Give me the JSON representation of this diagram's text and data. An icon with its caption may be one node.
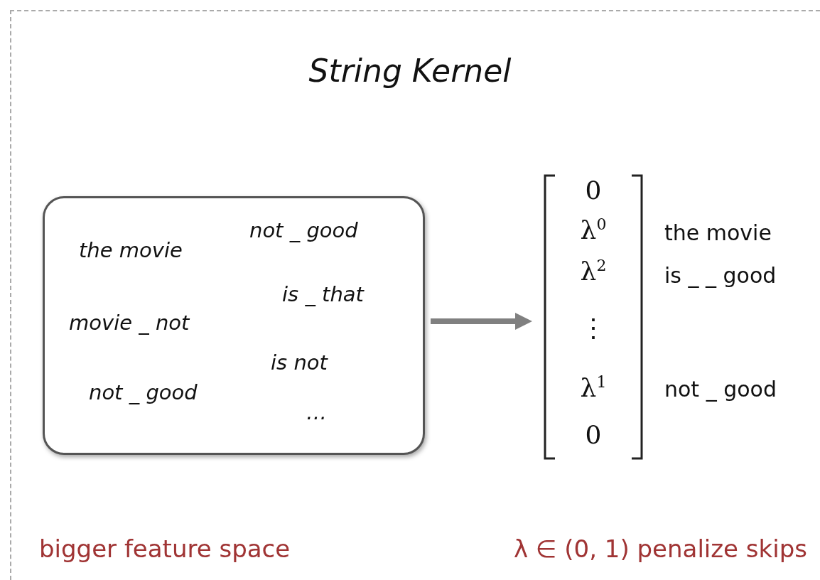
{
  "diagram": {
    "title": "String Kernel",
    "nodes": [
      {
        "text": [
          "not _ good",
          "the movie",
          "is _ that",
          "movie _ not",
          "is not",
          "not _ good",
          "…"
        ]
      },
      {
        "text": [
          "0",
          "λ$^{0}$",
          "λ$^{2}$",
          "⋮",
          "λ$^{1}$",
          "0"
        ],
        "beside": [
          "the movie",
          "is _ _ good",
          "not _ good"
        ]
      }
    ],
    "edges": [
      {
        "from": 0,
        "to": 1,
        "arrow": "to"
      }
    ],
    "labels": [
      "bigger feature space",
      "λ ∈ (0, 1) penalize skips"
    ]
  }
}
